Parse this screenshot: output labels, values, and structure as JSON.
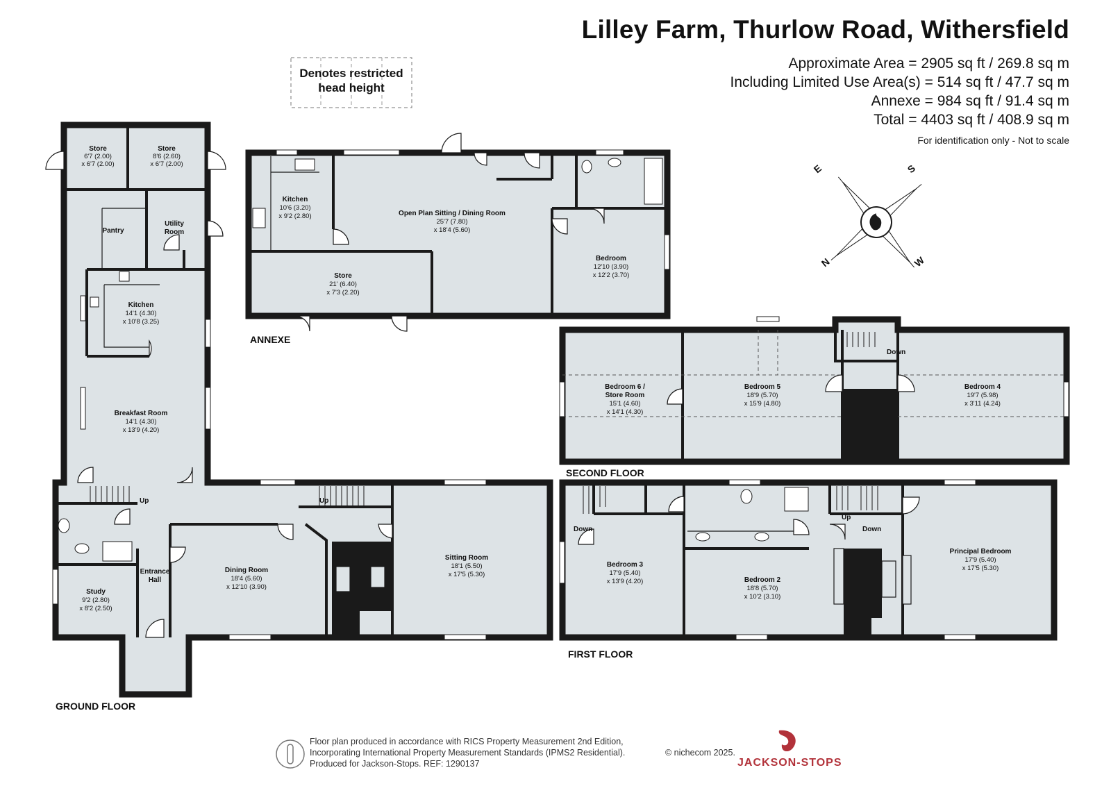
{
  "header": {
    "title": "Lilley Farm, Thurlow Road, Withersfield",
    "areas": [
      "Approximate Area = 2905 sq ft / 269.8 sq m",
      "Including Limited Use Area(s) = 514 sq ft / 47.7 sq m",
      "Annexe = 984 sq ft / 91.4 sq m",
      "Total = 4403 sq ft / 408.9 sq m"
    ],
    "note": "For identification only - Not to scale"
  },
  "legend": {
    "line1": "Denotes restricted",
    "line2": "head height"
  },
  "compass": {
    "n": "N",
    "e": "E",
    "s": "S",
    "w": "W"
  },
  "floors": {
    "ground": "GROUND FLOOR",
    "first": "FIRST FLOOR",
    "second": "SECOND FLOOR",
    "annexe": "ANNEXE"
  },
  "stairs": {
    "up": "Up",
    "down": "Down"
  },
  "rooms": {
    "store1": {
      "name": "Store",
      "dim1": "6'7 (2.00)",
      "dim2": "x 6'7 (2.00)"
    },
    "store2": {
      "name": "Store",
      "dim1": "8'6 (2.60)",
      "dim2": "x 6'7 (2.00)"
    },
    "pantry": {
      "name": "Pantry"
    },
    "utility": {
      "name1": "Utility",
      "name2": "Room"
    },
    "kitchen_gf": {
      "name": "Kitchen",
      "dim1": "14'1 (4.30)",
      "dim2": "x 10'8 (3.25)"
    },
    "breakfast": {
      "name": "Breakfast Room",
      "dim1": "14'1 (4.30)",
      "dim2": "x 13'9 (4.20)"
    },
    "entrance": {
      "name1": "Entrance",
      "name2": "Hall"
    },
    "study": {
      "name": "Study",
      "dim1": "9'2 (2.80)",
      "dim2": "x 8'2 (2.50)"
    },
    "dining": {
      "name": "Dining Room",
      "dim1": "18'4 (5.60)",
      "dim2": "x 12'10 (3.90)"
    },
    "sitting": {
      "name": "Sitting Room",
      "dim1": "18'1 (5.50)",
      "dim2": "x 17'5 (5.30)"
    },
    "kitchen_annexe": {
      "name": "Kitchen",
      "dim1": "10'6 (3.20)",
      "dim2": "x 9'2 (2.80)"
    },
    "openplan": {
      "name": "Open Plan Sitting / Dining Room",
      "dim1": "25'7 (7.80)",
      "dim2": "x 18'4 (5.60)"
    },
    "store_annexe": {
      "name": "Store",
      "dim1": "21' (6.40)",
      "dim2": "x 7'3 (2.20)"
    },
    "bedroom_annexe": {
      "name": "Bedroom",
      "dim1": "12'10 (3.90)",
      "dim2": "x 12'2 (3.70)"
    },
    "bedroom6": {
      "name1": "Bedroom 6 /",
      "name2": "Store Room",
      "dim1": "15'1 (4.60)",
      "dim2": "x 14'1 (4.30)"
    },
    "bedroom5": {
      "name": "Bedroom 5",
      "dim1": "18'9 (5.70)",
      "dim2": "x 15'9 (4.80)"
    },
    "bedroom4": {
      "name": "Bedroom 4",
      "dim1": "19'7 (5.98)",
      "dim2": "x 3'11 (4.24)"
    },
    "bedroom3": {
      "name": "Bedroom 3",
      "dim1": "17'9 (5.40)",
      "dim2": "x 13'9 (4.20)"
    },
    "bedroom2": {
      "name": "Bedroom 2",
      "dim1": "18'8 (5.70)",
      "dim2": "x 10'2 (3.10)"
    },
    "principal": {
      "name": "Principal Bedroom",
      "dim1": "17'9 (5.40)",
      "dim2": "x 17'5 (5.30)"
    }
  },
  "footer": {
    "line1": "Floor plan produced in accordance with RICS Property Measurement 2nd Edition,",
    "line2": "Incorporating International Property Measurement Standards (IPMS2 Residential).",
    "copyright": "© nichecom 2025.",
    "line3": "Produced for Jackson-Stops.   REF: 1290137",
    "brand": "JACKSON-STOPS"
  },
  "colors": {
    "room_fill": "#dde3e6",
    "wall": "#1a1a1a",
    "brand": "#b2323a"
  }
}
